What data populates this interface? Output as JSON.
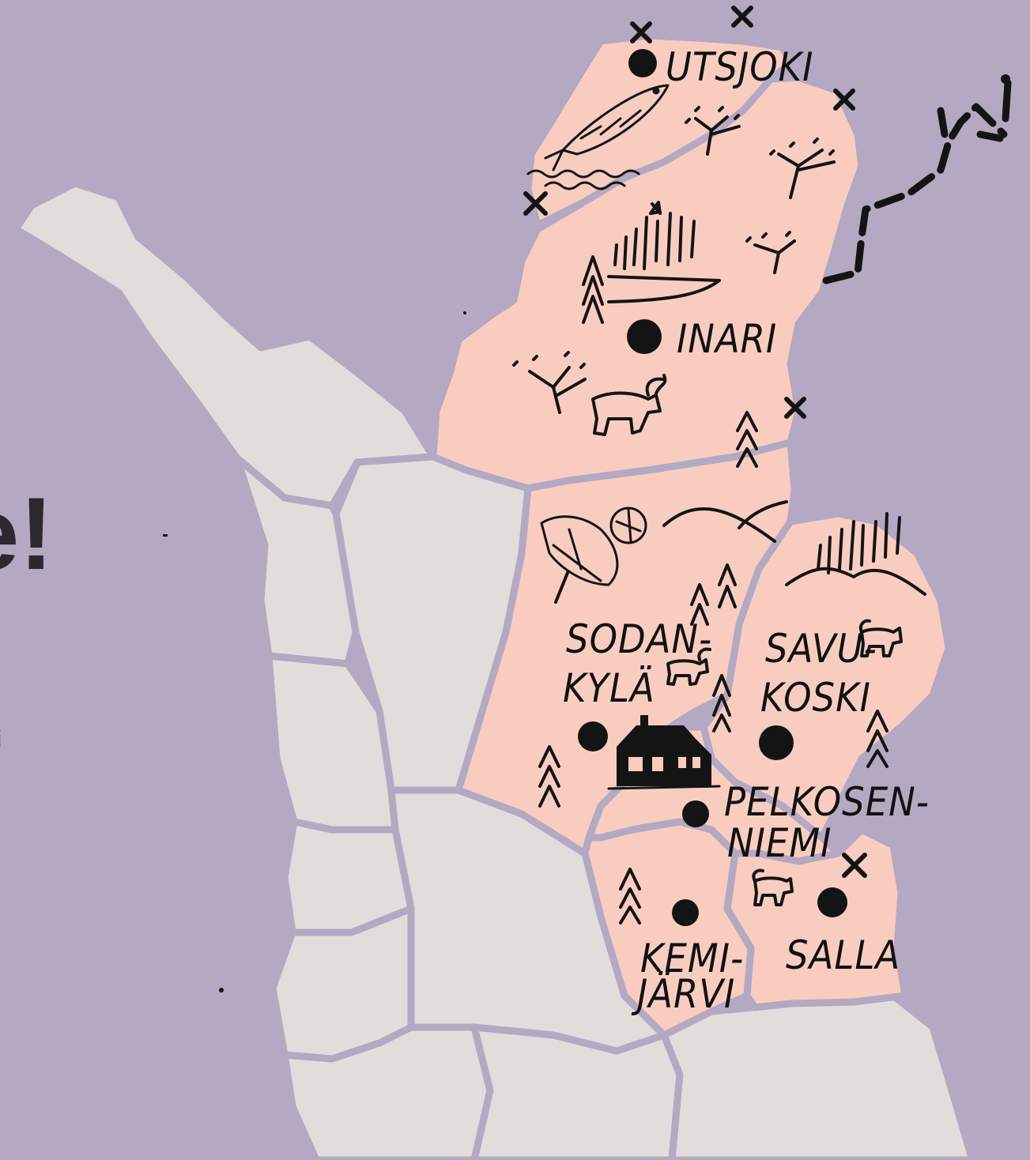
{
  "colors": {
    "background": "#b4a8c2",
    "highlighted_region": "#f8cdc0",
    "other_region": "#e2ddda",
    "ink": "#141414"
  },
  "edge_text": {
    "big": "e!",
    "small": "i"
  },
  "municipalities": [
    {
      "key": "utsjoki",
      "lines": [
        "UTSJOKI"
      ]
    },
    {
      "key": "inari",
      "lines": [
        "INARI"
      ]
    },
    {
      "key": "sodankyla",
      "lines": [
        "SODAN-",
        "KYLÄ"
      ]
    },
    {
      "key": "savukoski",
      "lines": [
        "SAVU-",
        "KOSKI"
      ]
    },
    {
      "key": "pelkosenniemi",
      "lines": [
        "PELKOSEN-",
        "NIEMI"
      ]
    },
    {
      "key": "kemijarvi",
      "lines": [
        "KEMI-",
        "JÄRVI"
      ]
    },
    {
      "key": "salla",
      "lines": [
        "SALLA"
      ]
    }
  ],
  "icons": [
    "salmon-icon",
    "birch-icon",
    "reindeer-icon",
    "spruce-icon",
    "aurora-icon",
    "cloudberry-icon",
    "cabin-icon",
    "fell-icon",
    "border-cross-icon"
  ]
}
